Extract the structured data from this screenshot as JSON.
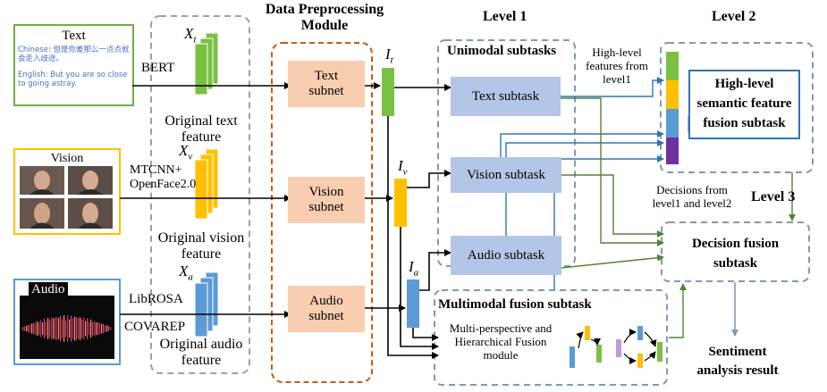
{
  "header": {
    "preprocessing_title_line1": "Data Preprocessing",
    "preprocessing_title_line2": "Module",
    "level1": "Level 1",
    "level2": "Level 2",
    "level3": "Level 3"
  },
  "inputs": {
    "text": {
      "title": "Text",
      "chinese": "Chinese: 但是你差那么一点点就会走入歧途。",
      "english": "English: But you are so close to going astray.",
      "extractor": "BERT",
      "symbol": "X",
      "subscript": "t",
      "feature_line1": "Original text",
      "feature_line2": "feature"
    },
    "vision": {
      "title": "Vision",
      "extractor_line1": "MTCNN+",
      "extractor_line2": "OpenFace2.0",
      "symbol": "X",
      "subscript": "v",
      "feature_line1": "Original vision",
      "feature_line2": "feature"
    },
    "audio": {
      "title": "Audio",
      "extractor1": "LibROSA",
      "extractor2": "COVAREP",
      "symbol": "X",
      "subscript": "a",
      "feature_line1": "Original audio",
      "feature_line2": "feature"
    }
  },
  "subnets": {
    "text_line1": "Text",
    "text_line2": "subnet",
    "vision_line1": "Vision",
    "vision_line2": "subnet",
    "audio_line1": "Audio",
    "audio_line2": "subnet"
  },
  "intermediate": {
    "symbol": "I",
    "text_sub": "t",
    "vision_sub": "v",
    "audio_sub": "a"
  },
  "level1": {
    "unimodal_title": "Unimodal subtasks",
    "text_task": "Text subtask",
    "vision_task": "Vision subtask",
    "audio_task": "Audio subtask",
    "multimodal_title": "Multimodal fusion subtask",
    "module_line1": "Multi-perspective and",
    "module_line2": "Hierarchical Fusion",
    "module_line3": "module"
  },
  "annotations": {
    "highlevel_line1": "High-level",
    "highlevel_line2": "features from",
    "highlevel_line3": "level1",
    "decisions_line1": "Decisions from",
    "decisions_line2": "level1 and level2"
  },
  "level2": {
    "line1": "High-level",
    "line2": "semantic feature",
    "line3": "fusion subtask"
  },
  "level3": {
    "line1": "Decision fusion",
    "line2": "subtask"
  },
  "result": {
    "line1": "Sentiment",
    "line2": "analysis result"
  },
  "colors": {
    "text_feature": "#7ac143",
    "vision_feature": "#ffc000",
    "audio_feature": "#5b9bd5",
    "fusion_bar_purple": "#7030a0",
    "subnet_fill": "#f9cdb0",
    "task_fill": "#b3c6e7",
    "preprocessing_border": "#c55a11",
    "arrow_blue": "#2e75b6",
    "arrow_green": "#548235"
  }
}
